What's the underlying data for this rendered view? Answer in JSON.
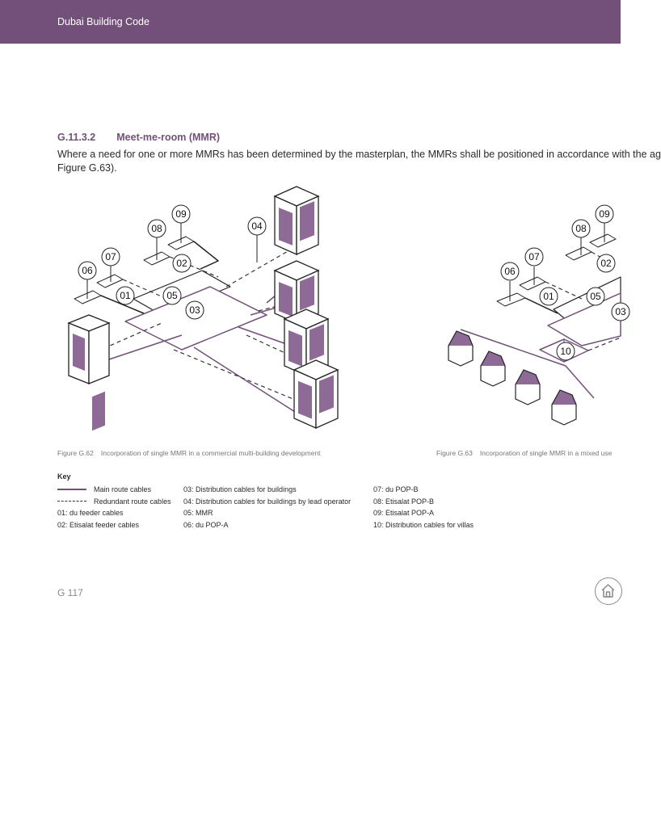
{
  "header": {
    "title": "Dubai Building Code"
  },
  "section": {
    "number": "G.11.3.2",
    "title": "Meet-me-room (MMR)",
    "body": [
      "Where a need for one or more MMRs has been determined by the masterplan, the MMRs shall be positioned in accordance with the ag",
      "Figure G.63)."
    ]
  },
  "figure1": {
    "labels": [
      "06",
      "07",
      "08",
      "09",
      "01",
      "02",
      "05",
      "03",
      "04"
    ],
    "caption": {
      "number": "Figure G.62",
      "title": "Incorporation of single MMR in a commercial multi-building development"
    }
  },
  "figure2": {
    "labels": [
      "06",
      "07",
      "08",
      "09",
      "01",
      "02",
      "05",
      "03",
      "10"
    ],
    "caption": {
      "number": "Figure G.63",
      "title": "Incorporation of single MMR in a mixed use"
    }
  },
  "key": {
    "title": "Key",
    "legend": [
      {
        "line": "solid",
        "label": "Main route cables"
      },
      {
        "line": "dashed",
        "label": "Redundant route cables"
      }
    ],
    "items": [
      "01: du feeder cables",
      "02: Etisalat feeder cables",
      "03: Distribution cables for buildings",
      "04: Distribution cables for buildings by lead operator",
      "05: MMR",
      "06: du POP-A",
      "07: du POP-B",
      "08: Etisalat POP-B",
      "09: Etisalat POP-A",
      "10: Distribution cables for villas"
    ]
  },
  "footer": {
    "page_number": "G 117"
  },
  "colors": {
    "accent": "#72507a",
    "building": "#8e6a97",
    "text": "#2a2a2a",
    "muted": "#777777"
  },
  "icons": {
    "home": "home-icon"
  }
}
